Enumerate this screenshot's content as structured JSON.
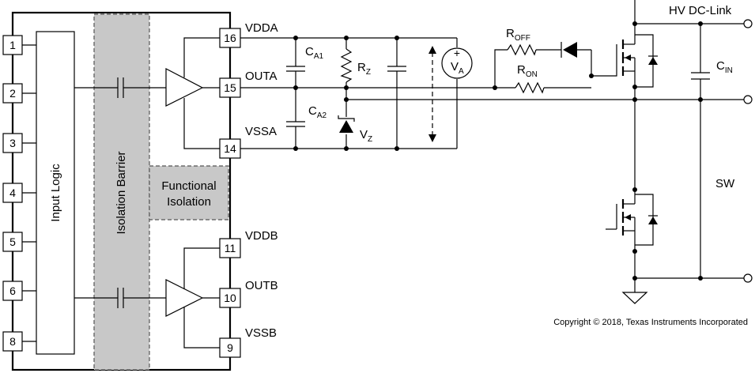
{
  "blocks": {
    "input_logic": "Input Logic",
    "isolation_barrier": "Isolation Barrier",
    "functional_isolation_line1": "Functional",
    "functional_isolation_line2": "Isolation"
  },
  "left_pins": [
    "1",
    "2",
    "3",
    "4",
    "5",
    "6",
    "8"
  ],
  "right_pins": {
    "p16": "16",
    "p15": "15",
    "p14": "14",
    "p11": "11",
    "p10": "10",
    "p9": "9"
  },
  "nets": {
    "vdda": "VDDA",
    "outa": "OUTA",
    "vssa": "VSSA",
    "vddb": "VDDB",
    "outb": "OUTB",
    "vssb": "VSSB",
    "hv_dc_link": "HV DC-Link",
    "sw": "SW"
  },
  "components": {
    "ca1": {
      "main": "C",
      "sub": "A1"
    },
    "ca2": {
      "main": "C",
      "sub": "A2"
    },
    "rz": {
      "main": "R",
      "sub": "Z"
    },
    "vz": {
      "main": "V",
      "sub": "Z"
    },
    "va": {
      "main": "V",
      "sub": "A"
    },
    "roff": {
      "main": "R",
      "sub": "OFF"
    },
    "ron": {
      "main": "R",
      "sub": "ON"
    },
    "cin": {
      "main": "C",
      "sub": "IN"
    }
  },
  "va_polarity": "+",
  "copyright": "Copyright © 2018, Texas Instruments Incorporated"
}
